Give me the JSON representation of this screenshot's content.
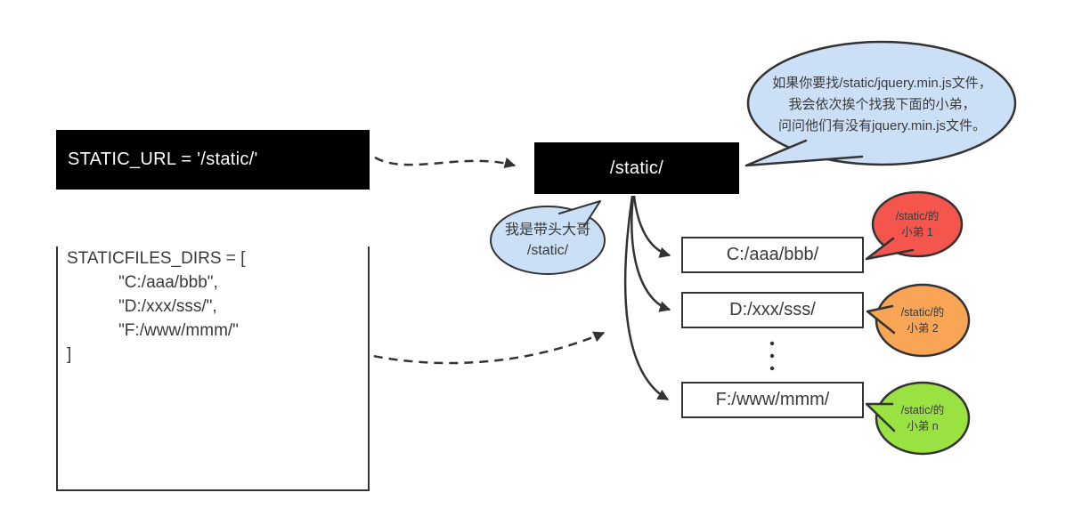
{
  "settings_box": {
    "header": "STATIC_URL = '/static/'",
    "code": "STATICFILES_DIRS = [\n           \"C:/aaa/bbb\",\n           \"D:/xxx/sss/\",\n           \"F:/www/mmm/\"\n]"
  },
  "static_node": {
    "label": "/static/"
  },
  "big_bubble": {
    "fill": "#cbdff6",
    "lines": [
      "如果你要找/static/jquery.min.js文件，",
      "我会依次挨个找我下面的小弟，",
      "问问他们有没有jquery.min.js文件。"
    ]
  },
  "leader_bubble": {
    "fill": "#cbdff6",
    "lines": [
      "我是带头大哥",
      "/static/"
    ]
  },
  "dir_boxes": [
    {
      "label": "C:/aaa/bbb/"
    },
    {
      "label": "D:/xxx/sss/"
    },
    {
      "label": "F:/www/mmm/"
    }
  ],
  "minion_bubbles": [
    {
      "fill": "#f4564e",
      "lines": [
        "/static/的",
        "小弟 1"
      ]
    },
    {
      "fill": "#f8a556",
      "lines": [
        "/static/的",
        "小弟 2"
      ]
    },
    {
      "fill": "#9ae142",
      "lines": [
        "/static/的",
        "小弟 n"
      ]
    }
  ],
  "colors": {
    "ink": "#333333",
    "node_bg": "#000000",
    "node_text": "#ffffff",
    "text": "#3a3a3a",
    "canvas": "#ffffff"
  }
}
